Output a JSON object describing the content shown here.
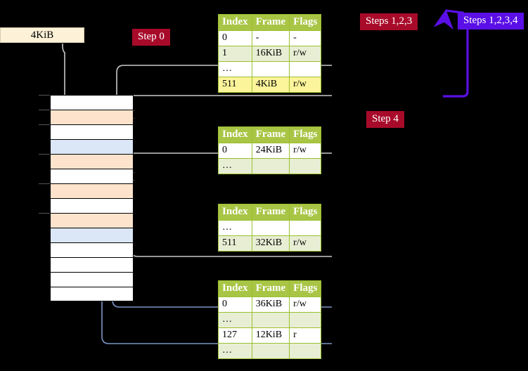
{
  "labels": {
    "size_box": "4KiB",
    "step0": "Step 0",
    "steps123": "Steps 1,2,3",
    "steps1234": "Steps 1,2,3,4",
    "step4": "Step 4"
  },
  "colors": {
    "red_badge": "#a80b2a",
    "purple_badge": "#5a0fe6",
    "table_header": "#a8c545",
    "table_border": "#9bbf2f",
    "row_tint": "#e8eed4",
    "highlight": "#fbf49a",
    "mem_peach": "#fde3cc",
    "mem_blue": "#dbe7f7",
    "ivory": "#fdf2d8",
    "gray_wire": "#c9c9c9",
    "blue_wire": "#7a95c4"
  },
  "tables": [
    {
      "id": "pml4",
      "headers": [
        "Index",
        "Frame",
        "Flags"
      ],
      "rows": [
        {
          "cells": [
            "0",
            "-",
            "-"
          ],
          "tint": false,
          "highlight": false
        },
        {
          "cells": [
            "1",
            "16KiB",
            "r/w"
          ],
          "tint": true,
          "highlight": false
        },
        {
          "cells": [
            "…",
            "",
            ""
          ],
          "tint": false,
          "highlight": false
        },
        {
          "cells": [
            "511",
            "4KiB",
            "r/w"
          ],
          "tint": true,
          "highlight": true
        }
      ]
    },
    {
      "id": "pdpt",
      "headers": [
        "Index",
        "Frame",
        "Flags"
      ],
      "rows": [
        {
          "cells": [
            "0",
            "24KiB",
            "r/w"
          ],
          "tint": false,
          "highlight": false
        },
        {
          "cells": [
            "…",
            "",
            ""
          ],
          "tint": true,
          "highlight": false
        }
      ]
    },
    {
      "id": "pd",
      "headers": [
        "Index",
        "Frame",
        "Flags"
      ],
      "rows": [
        {
          "cells": [
            "…",
            "",
            ""
          ],
          "tint": false,
          "highlight": false
        },
        {
          "cells": [
            "511",
            "32KiB",
            "r/w"
          ],
          "tint": true,
          "highlight": false
        }
      ]
    },
    {
      "id": "pt",
      "headers": [
        "Index",
        "Frame",
        "Flags"
      ],
      "rows": [
        {
          "cells": [
            "0",
            "36KiB",
            "r/w"
          ],
          "tint": false,
          "highlight": false
        },
        {
          "cells": [
            "…",
            "",
            ""
          ],
          "tint": true,
          "highlight": false
        },
        {
          "cells": [
            "127",
            "12KiB",
            "r"
          ],
          "tint": false,
          "highlight": false
        },
        {
          "cells": [
            "…",
            "",
            ""
          ],
          "tint": true,
          "highlight": false
        }
      ]
    }
  ],
  "memory_rows": [
    {
      "fill": "white",
      "tick": true
    },
    {
      "fill": "peach",
      "tick": true
    },
    {
      "fill": "white",
      "tick": true
    },
    {
      "fill": "blue",
      "tick": false
    },
    {
      "fill": "peach",
      "tick": true
    },
    {
      "fill": "white",
      "tick": false
    },
    {
      "fill": "peach",
      "tick": true
    },
    {
      "fill": "white",
      "tick": false
    },
    {
      "fill": "peach",
      "tick": true
    },
    {
      "fill": "blue",
      "tick": false
    },
    {
      "fill": "white",
      "tick": false
    },
    {
      "fill": "white",
      "tick": false
    },
    {
      "fill": "white",
      "tick": false
    },
    {
      "fill": "white",
      "tick": false
    }
  ]
}
